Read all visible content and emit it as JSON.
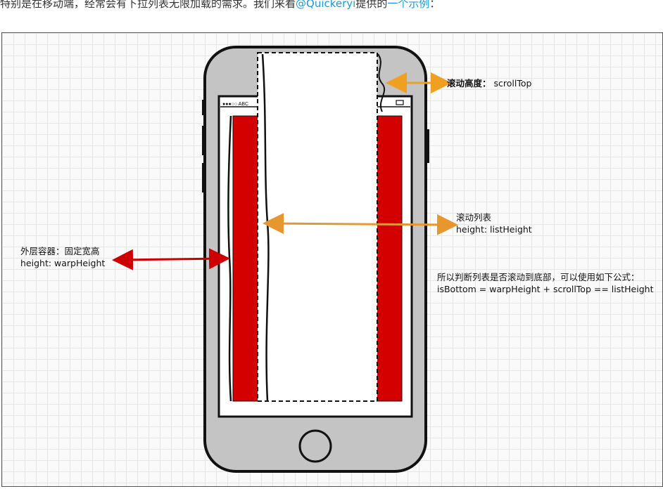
{
  "intro": {
    "text_before": "特别是在移动端，经常会有下拉列表无限加载的需求。我们来看",
    "author_link": "@Quickeryi",
    "text_middle": "提供的",
    "example_link": "一个示例",
    "text_after": "："
  },
  "diagram": {
    "status_bar": "●●●○○ ABC",
    "labels": {
      "scroll_height_title": "滚动高度：",
      "scroll_height_value": "scrollTop",
      "scroll_list_title": "滚动列表",
      "scroll_list_value": "height: listHeight",
      "outer_title": "外层容器：固定宽高",
      "outer_value": "height: warpHeight",
      "formula_line1": "所以判断列表是否滚动到底部，可以使用如下公式：",
      "formula_line2": "isBottom = warpHeight + scrollTop  == listHeight"
    },
    "colors": {
      "accent_arrow": "#f0a020",
      "red_arrow": "#cc0000",
      "red_block": "#d40000",
      "phone_body": "#c4c4c4",
      "link": "#1a9bd8"
    }
  }
}
